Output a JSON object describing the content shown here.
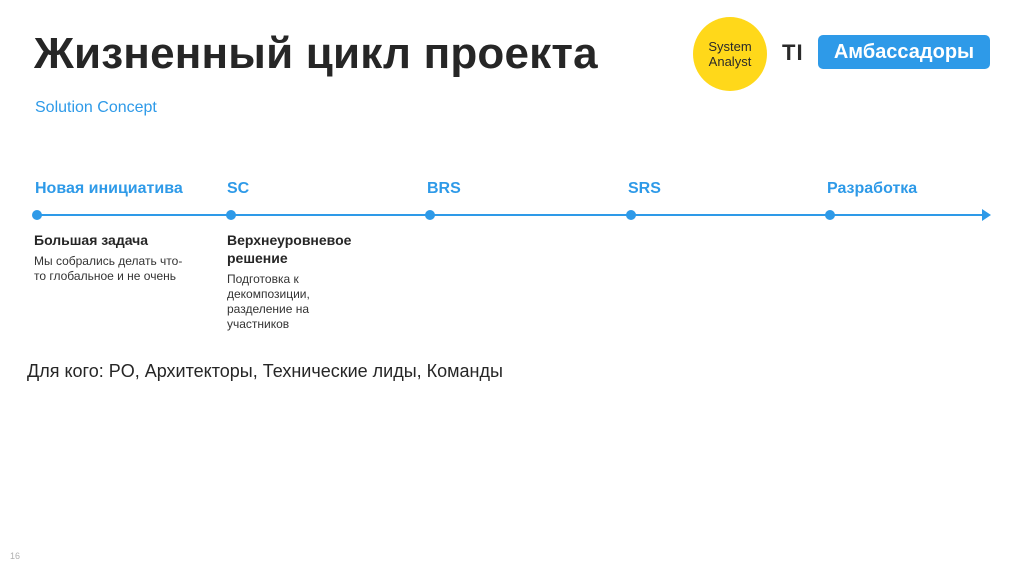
{
  "slide": {
    "title": "Жизненный цикл проекта",
    "subtitle": "Solution Concept",
    "audience": "Для кого: PO, Архитекторы, Технические лиды, Команды",
    "page_number": "16"
  },
  "logos": {
    "system_analyst": "System Analyst",
    "t_mark": "TI",
    "ambassadors": "Амбассадоры"
  },
  "timeline": {
    "stages": [
      {
        "label": "Новая инициатива",
        "heading": "Большая задача",
        "description": "Мы собрались делать что-то глобальное и не очень"
      },
      {
        "label": "SC",
        "heading": "Верхнеуровневое решение",
        "description": "Подготовка к декомпозиции, разделение на участников"
      },
      {
        "label": "BRS"
      },
      {
        "label": "SRS"
      },
      {
        "label": "Разработка"
      }
    ]
  },
  "colors": {
    "accent": "#2e9ae8",
    "logo_yellow": "#ffd81a",
    "text": "#262626"
  }
}
